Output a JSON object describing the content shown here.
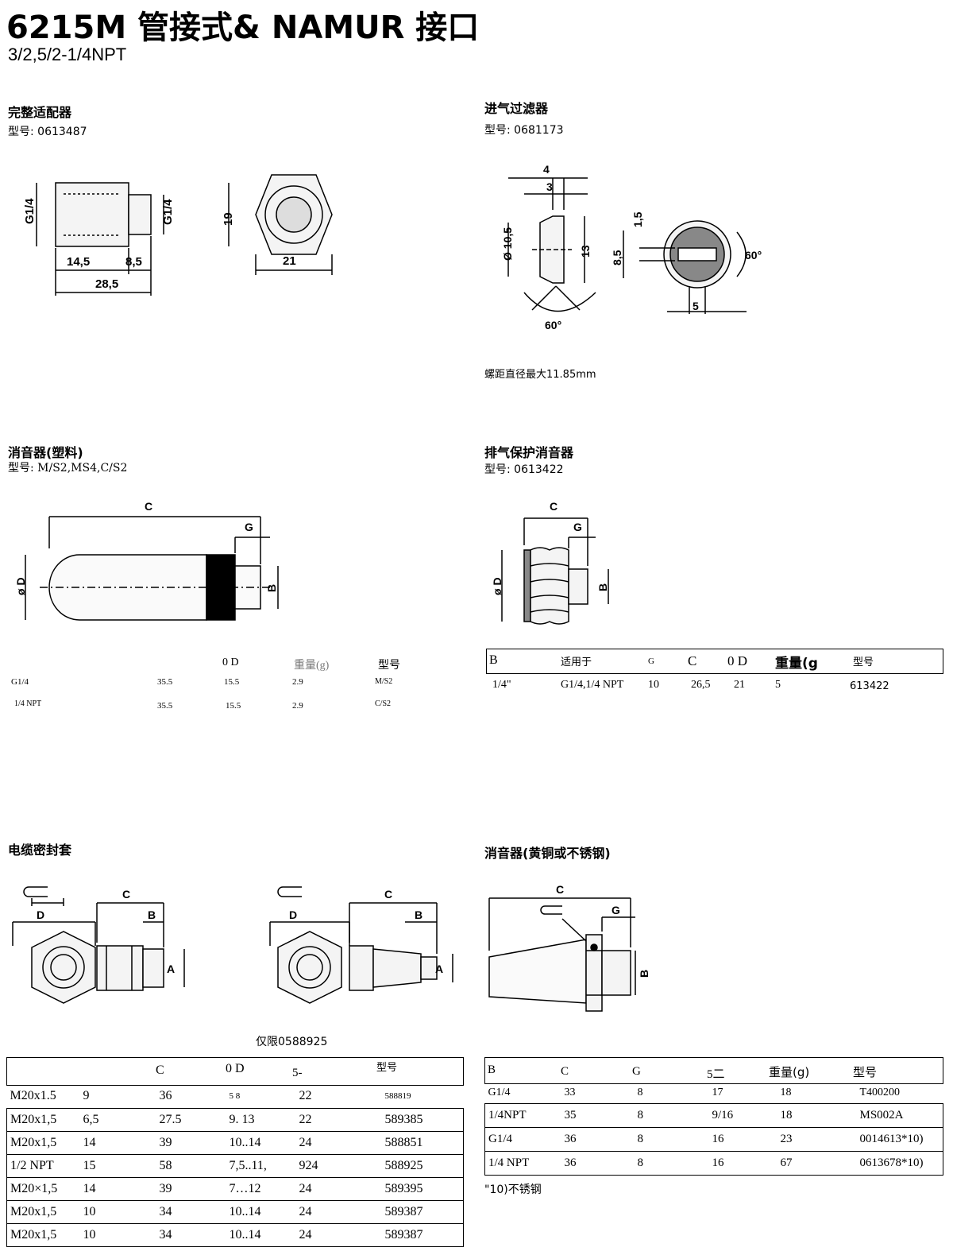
{
  "header": {
    "title": "6215M  管接式& NAMUR  接口",
    "subtitle": "3/2,5/2-1/4NPT"
  },
  "adapter": {
    "heading": "完整适配器",
    "model": "型号: 0613487",
    "dims": {
      "g_left": "G1/4",
      "g_right": "G1/4",
      "d1": "14,5",
      "d2": "8,5",
      "total": "28,5",
      "wrench": "19",
      "hex": "21"
    }
  },
  "intake_filter": {
    "heading": "进气过滤器",
    "model": "型号: 0681173",
    "dims": {
      "d4": "4",
      "d3": "3",
      "dia": "Ø 10,5",
      "h13": "13",
      "ang_bottom": "60°",
      "d15": "1,5",
      "d85": "8,5",
      "ang_right": "60°",
      "d5": "5"
    },
    "note": "螺距直径最大11.85mm"
  },
  "silencer_plastic": {
    "heading": "消音器(塑料)",
    "model": "型号: M/S2,MS4,C/S2",
    "dims": {
      "c": "C",
      "g": "G",
      "d": "ø D",
      "b": "B"
    },
    "table": {
      "headers": [
        "0 D",
        "重量(g)",
        "型号"
      ],
      "rows": [
        [
          "G1/4",
          "35.5",
          "15.5",
          "2.9",
          "M/S2"
        ],
        [
          "1/4  NPT",
          "35.5",
          "15.5",
          "2.9",
          "C/S2"
        ]
      ]
    }
  },
  "exhaust_silencer": {
    "heading": "排气保护消音器",
    "model": "型号: 0613422",
    "dims": {
      "c": "C",
      "g": "G",
      "d": "ø D",
      "b": "B"
    },
    "table": {
      "headers": [
        "B",
        "适用于",
        "G",
        "C",
        "0 D",
        "重量(g",
        "型号"
      ],
      "row": [
        "1/4\"",
        "G1/4,1/4 NPT",
        "10",
        "26,5",
        "21",
        "5",
        "613422"
      ]
    }
  },
  "cable_gland": {
    "heading": "电缆密封套",
    "dims": {
      "d": "D",
      "c": "C",
      "b": "B",
      "a": "A"
    },
    "note": "仅限0588925",
    "table": {
      "headers": [
        "C",
        "0 D",
        "5-",
        "型号"
      ],
      "rows": [
        [
          "M20x1.5",
          "9",
          "36",
          "5     8",
          "22",
          "588819"
        ],
        [
          "M20x1,5",
          "6,5",
          "27.5",
          "9.  13",
          "22",
          "589385"
        ],
        [
          "M20x1,5",
          "14",
          "39",
          "10..14",
          "24",
          "588851"
        ],
        [
          "1/2  NPT",
          "15",
          "58",
          "7,5..11,",
          "924",
          "588925"
        ],
        [
          "M20×1,5",
          "14",
          "39",
          "7…12",
          "24",
          "589395"
        ],
        [
          "M20x1,5",
          "10",
          "34",
          "10..14",
          "24",
          "589387"
        ],
        [
          "M20x1,5",
          "10",
          "34",
          "10..14",
          "24",
          "589387"
        ]
      ]
    }
  },
  "silencer_metal": {
    "heading": "消音器(黄铜或不锈钢)",
    "dims": {
      "c": "C",
      "g": "G",
      "b": "B"
    },
    "table": {
      "headers": [
        "B",
        "C",
        "G",
        "5二",
        "重量(g)",
        "型号"
      ],
      "rows": [
        [
          "G1/4",
          "33",
          "8",
          "17",
          "18",
          "T400200"
        ],
        [
          "1/4NPT",
          "35",
          "8",
          "9/16",
          "18",
          "MS002A"
        ],
        [
          "G1/4",
          "36",
          "8",
          "16",
          "23",
          "0014613*10)"
        ],
        [
          "1/4  NPT",
          "36",
          "8",
          "16",
          "67",
          "0613678*10)"
        ]
      ]
    },
    "footnote": "\"10)不锈钢"
  }
}
